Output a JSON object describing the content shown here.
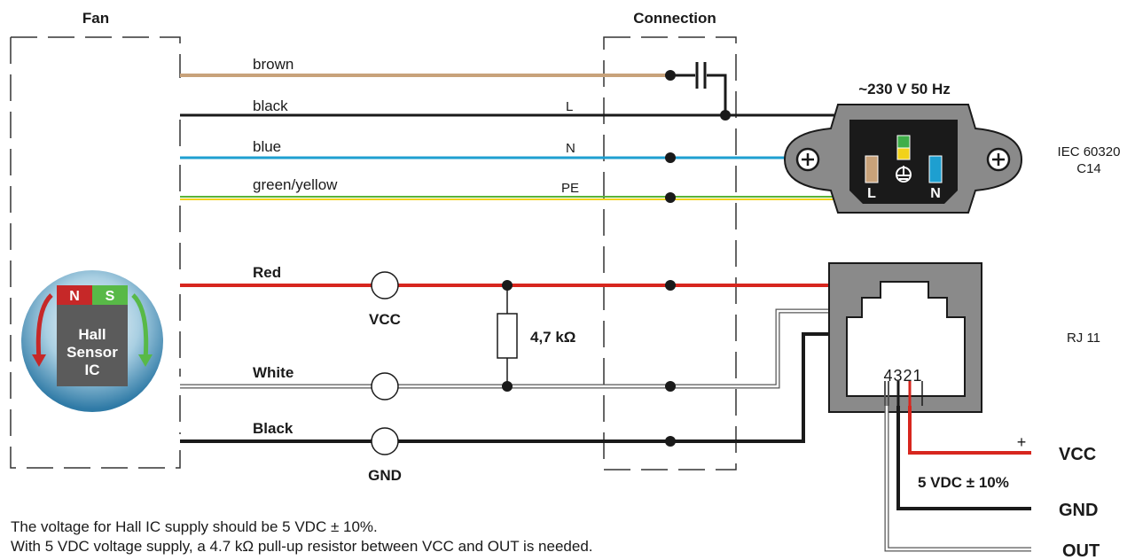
{
  "fan": {
    "title": "Fan"
  },
  "connection": {
    "title": "Connection"
  },
  "power_wires": [
    {
      "color_name": "brown",
      "terminal": "",
      "color": "#c8a27a"
    },
    {
      "color_name": "black",
      "terminal": "L",
      "color": "#1a1a1a"
    },
    {
      "color_name": "blue",
      "terminal": "N",
      "color": "#1e9fd0"
    },
    {
      "color_name": "green/yellow",
      "terminal": "PE",
      "color": "#5ab437"
    }
  ],
  "mains": {
    "label": "~230 V 50 Hz",
    "connector": "IEC 60320",
    "connector_sub": "C14",
    "pin_l": "L",
    "pin_n": "N"
  },
  "sensor_wires": [
    {
      "name": "Red",
      "terminal": "VCC",
      "color": "#d7261e"
    },
    {
      "name": "White",
      "terminal": "",
      "color": "#ffffff"
    },
    {
      "name": "Black",
      "terminal": "GND",
      "color": "#1a1a1a"
    }
  ],
  "resistor": {
    "value": "4,7 kΩ"
  },
  "hall_sensor": {
    "north": "N",
    "south": "S",
    "line1": "Hall",
    "line2": "Sensor",
    "line3": "IC"
  },
  "rj11": {
    "label": "RJ 11",
    "pins": "4 3 2 1"
  },
  "outputs": {
    "vcc": "VCC",
    "plus": "+",
    "supply": "5 VDC ± 10%",
    "gnd": "GND",
    "out": "OUT"
  },
  "notes": {
    "line1": "The voltage for Hall IC supply should be 5 VDC ± 10%.",
    "line2": "With 5 VDC voltage supply, a 4.7 kΩ pull-up resistor between VCC and OUT is needed."
  },
  "icons": {
    "screw": "plus-circle-icon",
    "ground": "earth-ground-icon"
  }
}
